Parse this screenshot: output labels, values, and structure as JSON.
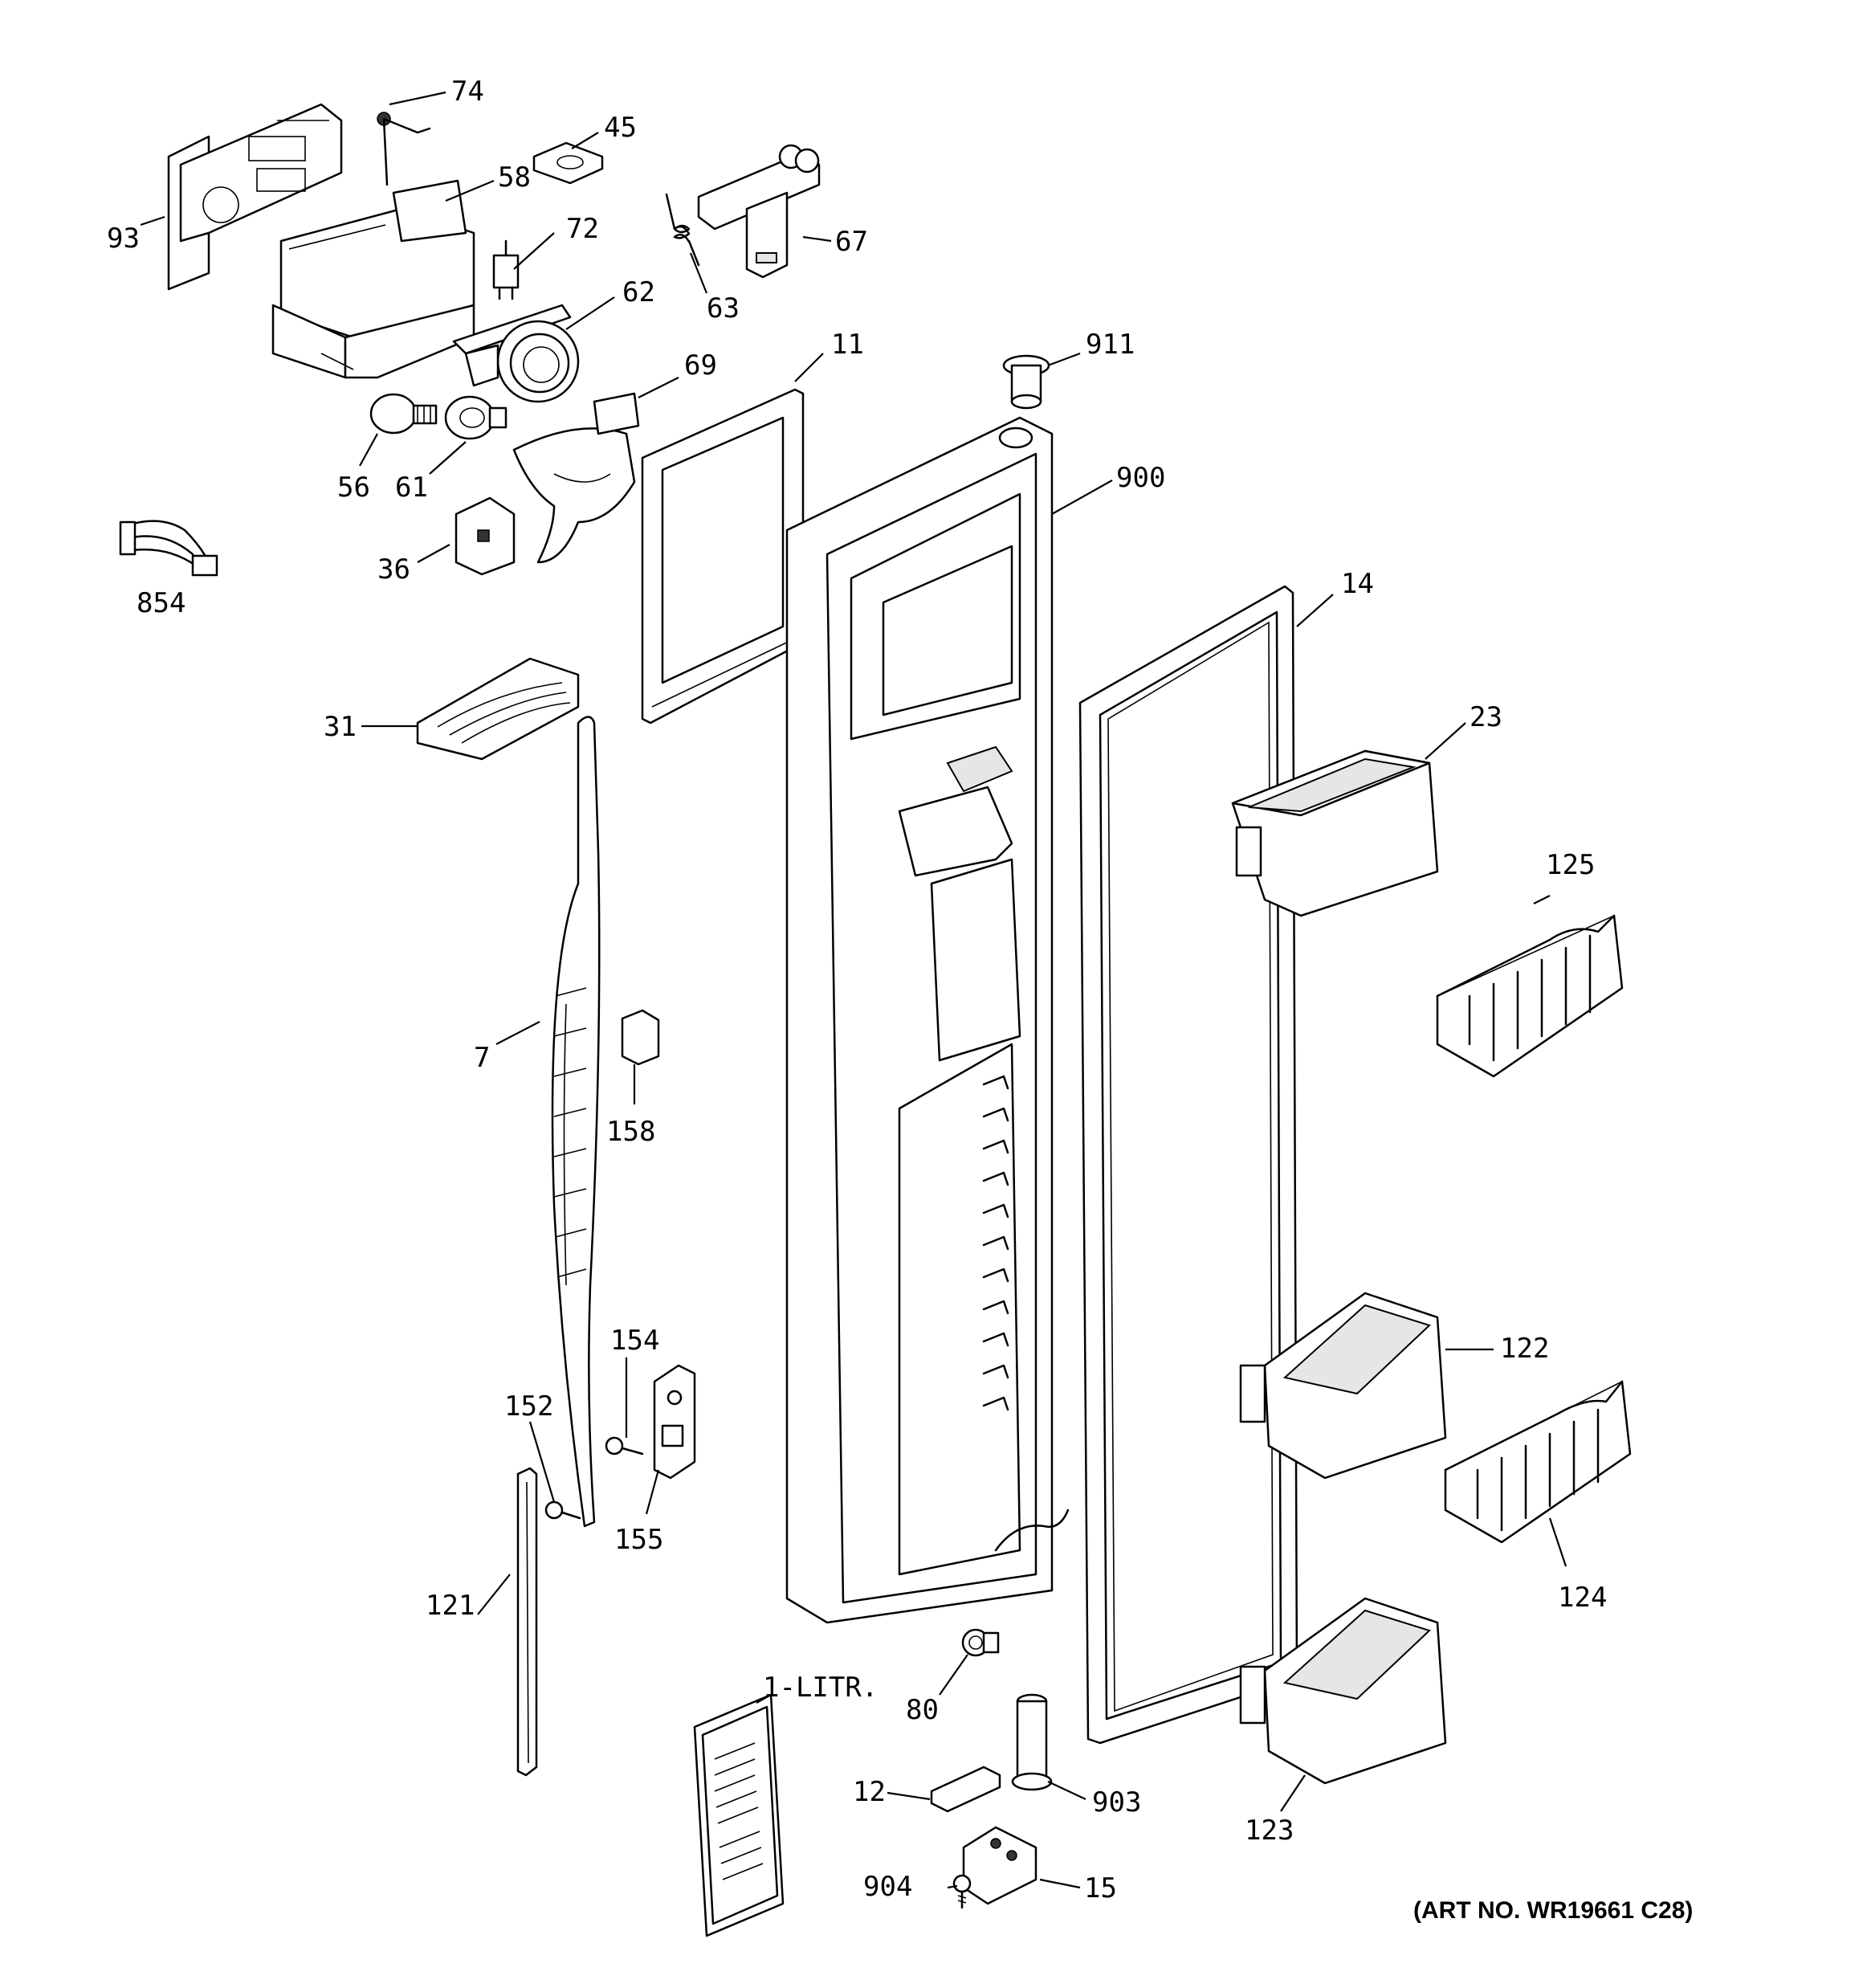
{
  "art_number": "(ART NO. WR19661 C28)",
  "callouts": [
    {
      "id": "c-74",
      "label": "74"
    },
    {
      "id": "c-45",
      "label": "45"
    },
    {
      "id": "c-58",
      "label": "58"
    },
    {
      "id": "c-93",
      "label": "93"
    },
    {
      "id": "c-72",
      "label": "72"
    },
    {
      "id": "c-67",
      "label": "67"
    },
    {
      "id": "c-63",
      "label": "63"
    },
    {
      "id": "c-62",
      "label": "62"
    },
    {
      "id": "c-11",
      "label": "11"
    },
    {
      "id": "c-911",
      "label": "911"
    },
    {
      "id": "c-69",
      "label": "69"
    },
    {
      "id": "c-56",
      "label": "56"
    },
    {
      "id": "c-61",
      "label": "61"
    },
    {
      "id": "c-900",
      "label": "900"
    },
    {
      "id": "c-36",
      "label": "36"
    },
    {
      "id": "c-854",
      "label": "854"
    },
    {
      "id": "c-14",
      "label": "14"
    },
    {
      "id": "c-23",
      "label": "23"
    },
    {
      "id": "c-31",
      "label": "31"
    },
    {
      "id": "c-125",
      "label": "125"
    },
    {
      "id": "c-7",
      "label": "7"
    },
    {
      "id": "c-158",
      "label": "158"
    },
    {
      "id": "c-154",
      "label": "154"
    },
    {
      "id": "c-122",
      "label": "122"
    },
    {
      "id": "c-152",
      "label": "152"
    },
    {
      "id": "c-155",
      "label": "155"
    },
    {
      "id": "c-121",
      "label": "121"
    },
    {
      "id": "c-124",
      "label": "124"
    },
    {
      "id": "c-1litr",
      "label": "1-LITR."
    },
    {
      "id": "c-80",
      "label": "80"
    },
    {
      "id": "c-12",
      "label": "12"
    },
    {
      "id": "c-903",
      "label": "903"
    },
    {
      "id": "c-123",
      "label": "123"
    },
    {
      "id": "c-904",
      "label": "904"
    },
    {
      "id": "c-15",
      "label": "15"
    }
  ]
}
